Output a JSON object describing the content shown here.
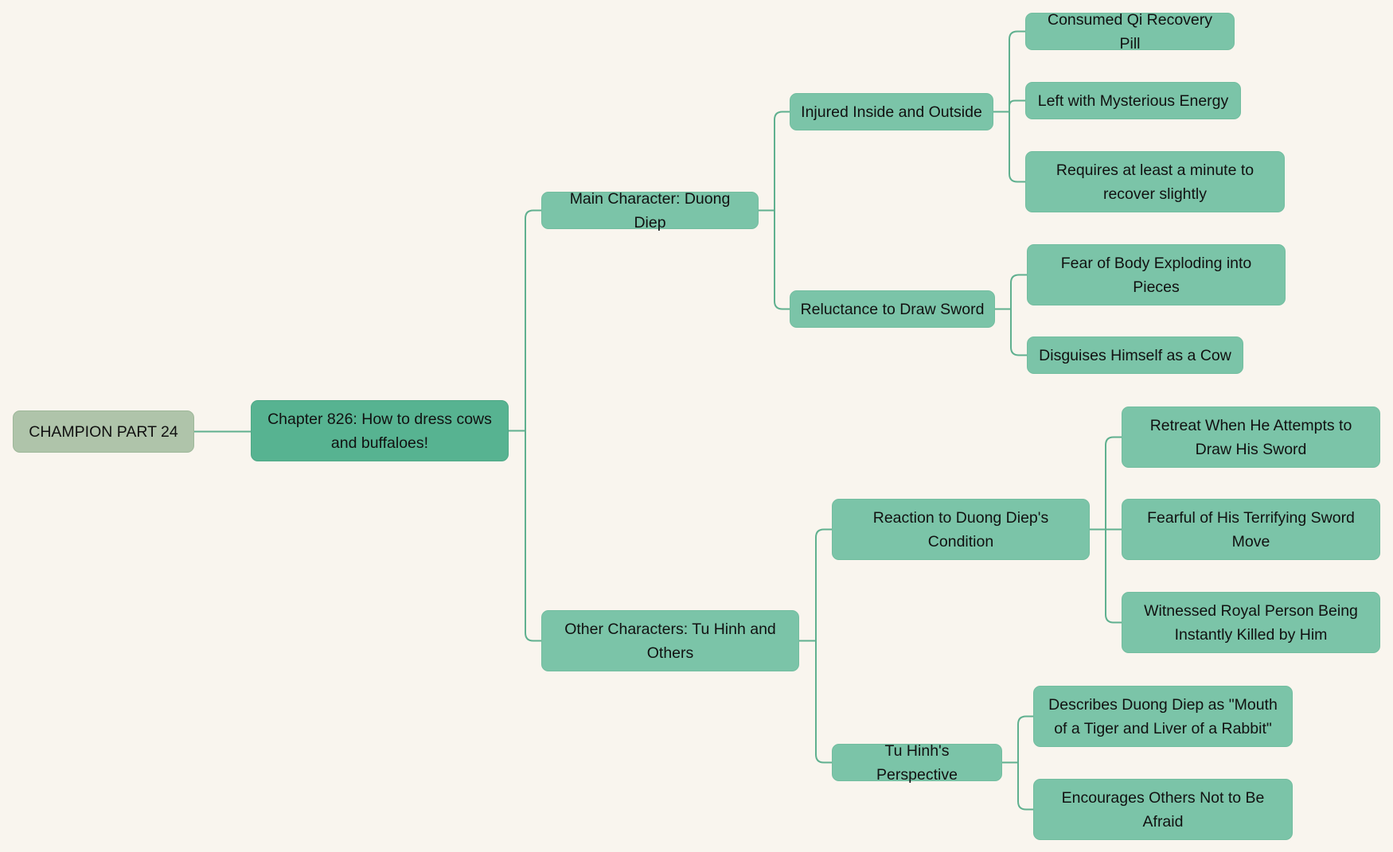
{
  "colors": {
    "background": "#f9f5ee",
    "root": "#afc4aa",
    "level1": "#57b391",
    "node": "#7bc4a8",
    "connector": "#5fb08f"
  },
  "nodes": {
    "root": "CHAMPION PART 24",
    "chapter": "Chapter 826: How to dress cows and buffaloes!",
    "main": "Main Character: Duong Diep",
    "other": "Other Characters: Tu Hinh and Others",
    "injured": "Injured Inside and Outside",
    "reluctance": "Reluctance to Draw Sword",
    "reaction": "Reaction to Duong Diep's Condition",
    "perspective": "Tu Hinh's Perspective",
    "consumed": "Consumed Qi Recovery Pill",
    "left": "Left with Mysterious Energy",
    "requires": "Requires at least a minute to recover slightly",
    "fear": "Fear of Body Exploding into Pieces",
    "disguises": "Disguises Himself as a Cow",
    "retreat": "Retreat When He Attempts to Draw His Sword",
    "fearful": "Fearful of His Terrifying Sword Move",
    "witnessed": "Witnessed Royal Person Being Instantly Killed by Him",
    "describes": "Describes Duong Diep as \"Mouth of a Tiger and Liver of a Rabbit\"",
    "encourages": "Encourages Others Not to Be Afraid"
  }
}
